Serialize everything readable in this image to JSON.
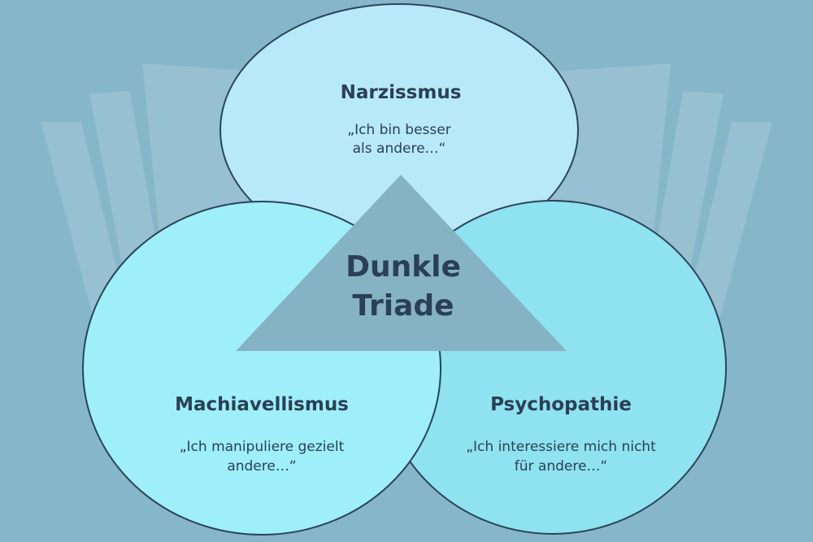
{
  "diagram": {
    "center": {
      "line1": "Dunkle",
      "line2": "Triade"
    },
    "circles": [
      {
        "title": "Narzissmus",
        "quote_line1": "„Ich bin besser",
        "quote_line2": "als andere…“",
        "color": "#b8e9f8"
      },
      {
        "title": "Machiavellismus",
        "quote_line1": "„Ich manipuliere gezielt",
        "quote_line2": "andere…“",
        "color": "#9eeffa"
      },
      {
        "title": "Psychopathie",
        "quote_line1": "„Ich interessiere mich nicht",
        "quote_line2": "für andere…“",
        "color": "#8fe2f0"
      }
    ],
    "colors": {
      "background": "#86b6c9",
      "triangle": "#85b3c4",
      "outline": "#2c4458",
      "text": "#2b4055"
    }
  }
}
